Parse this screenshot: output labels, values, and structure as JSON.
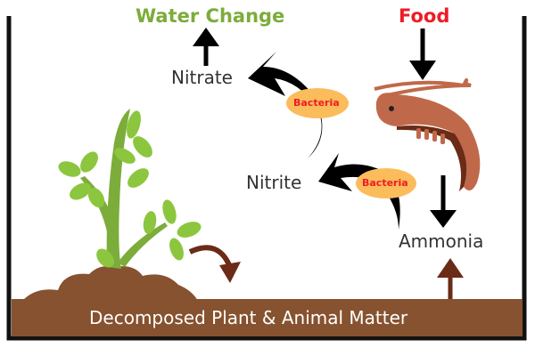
{
  "labels": {
    "water_change": "Water Change",
    "food": "Food",
    "nitrate": "Nitrate",
    "nitrite": "Nitrite",
    "ammonia": "Ammonia",
    "bacteria_1": "Bacteria",
    "bacteria_2": "Bacteria",
    "substrate": "Decomposed Plant & Animal Matter"
  },
  "colors": {
    "green": "#7cac3a",
    "red": "#ee1c25",
    "soil": "#86522f",
    "bacteria": "#fbbc5b",
    "shrimp": "#c0694a"
  }
}
